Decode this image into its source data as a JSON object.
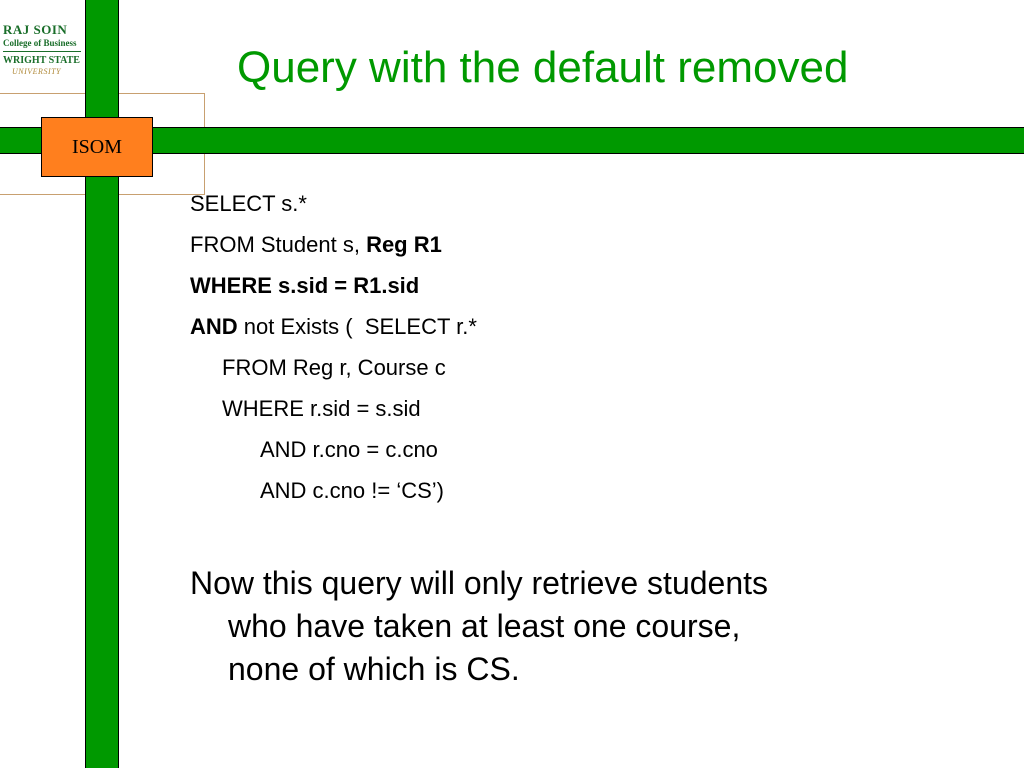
{
  "logo": {
    "line1": "RAJ SOIN",
    "line2": "College of Business",
    "line3": "WRIGHT STATE",
    "line4": "UNIVERSITY"
  },
  "badge": "ISOM",
  "title": "Query with the default removed",
  "code": {
    "line1": "SELECT s.*",
    "line2_a": "FROM Student s, ",
    "line2_b": "Reg R1",
    "line3": "WHERE s.sid = R1.sid",
    "line4_a": "AND",
    "line4_b": " not Exists (  SELECT r.*",
    "line5": "FROM Reg r, Course c",
    "line6": "WHERE r.sid = s.sid",
    "line7": "AND r.cno = c.cno",
    "line8": "AND c.cno != ‘CS’)"
  },
  "paragraph": {
    "line1": "Now this query will only retrieve students",
    "line2": "who have taken at least one course,",
    "line3": "none of which is CS."
  },
  "colors": {
    "green": "#009900",
    "orange": "#ff7f1e",
    "tan": "#c8a070"
  }
}
